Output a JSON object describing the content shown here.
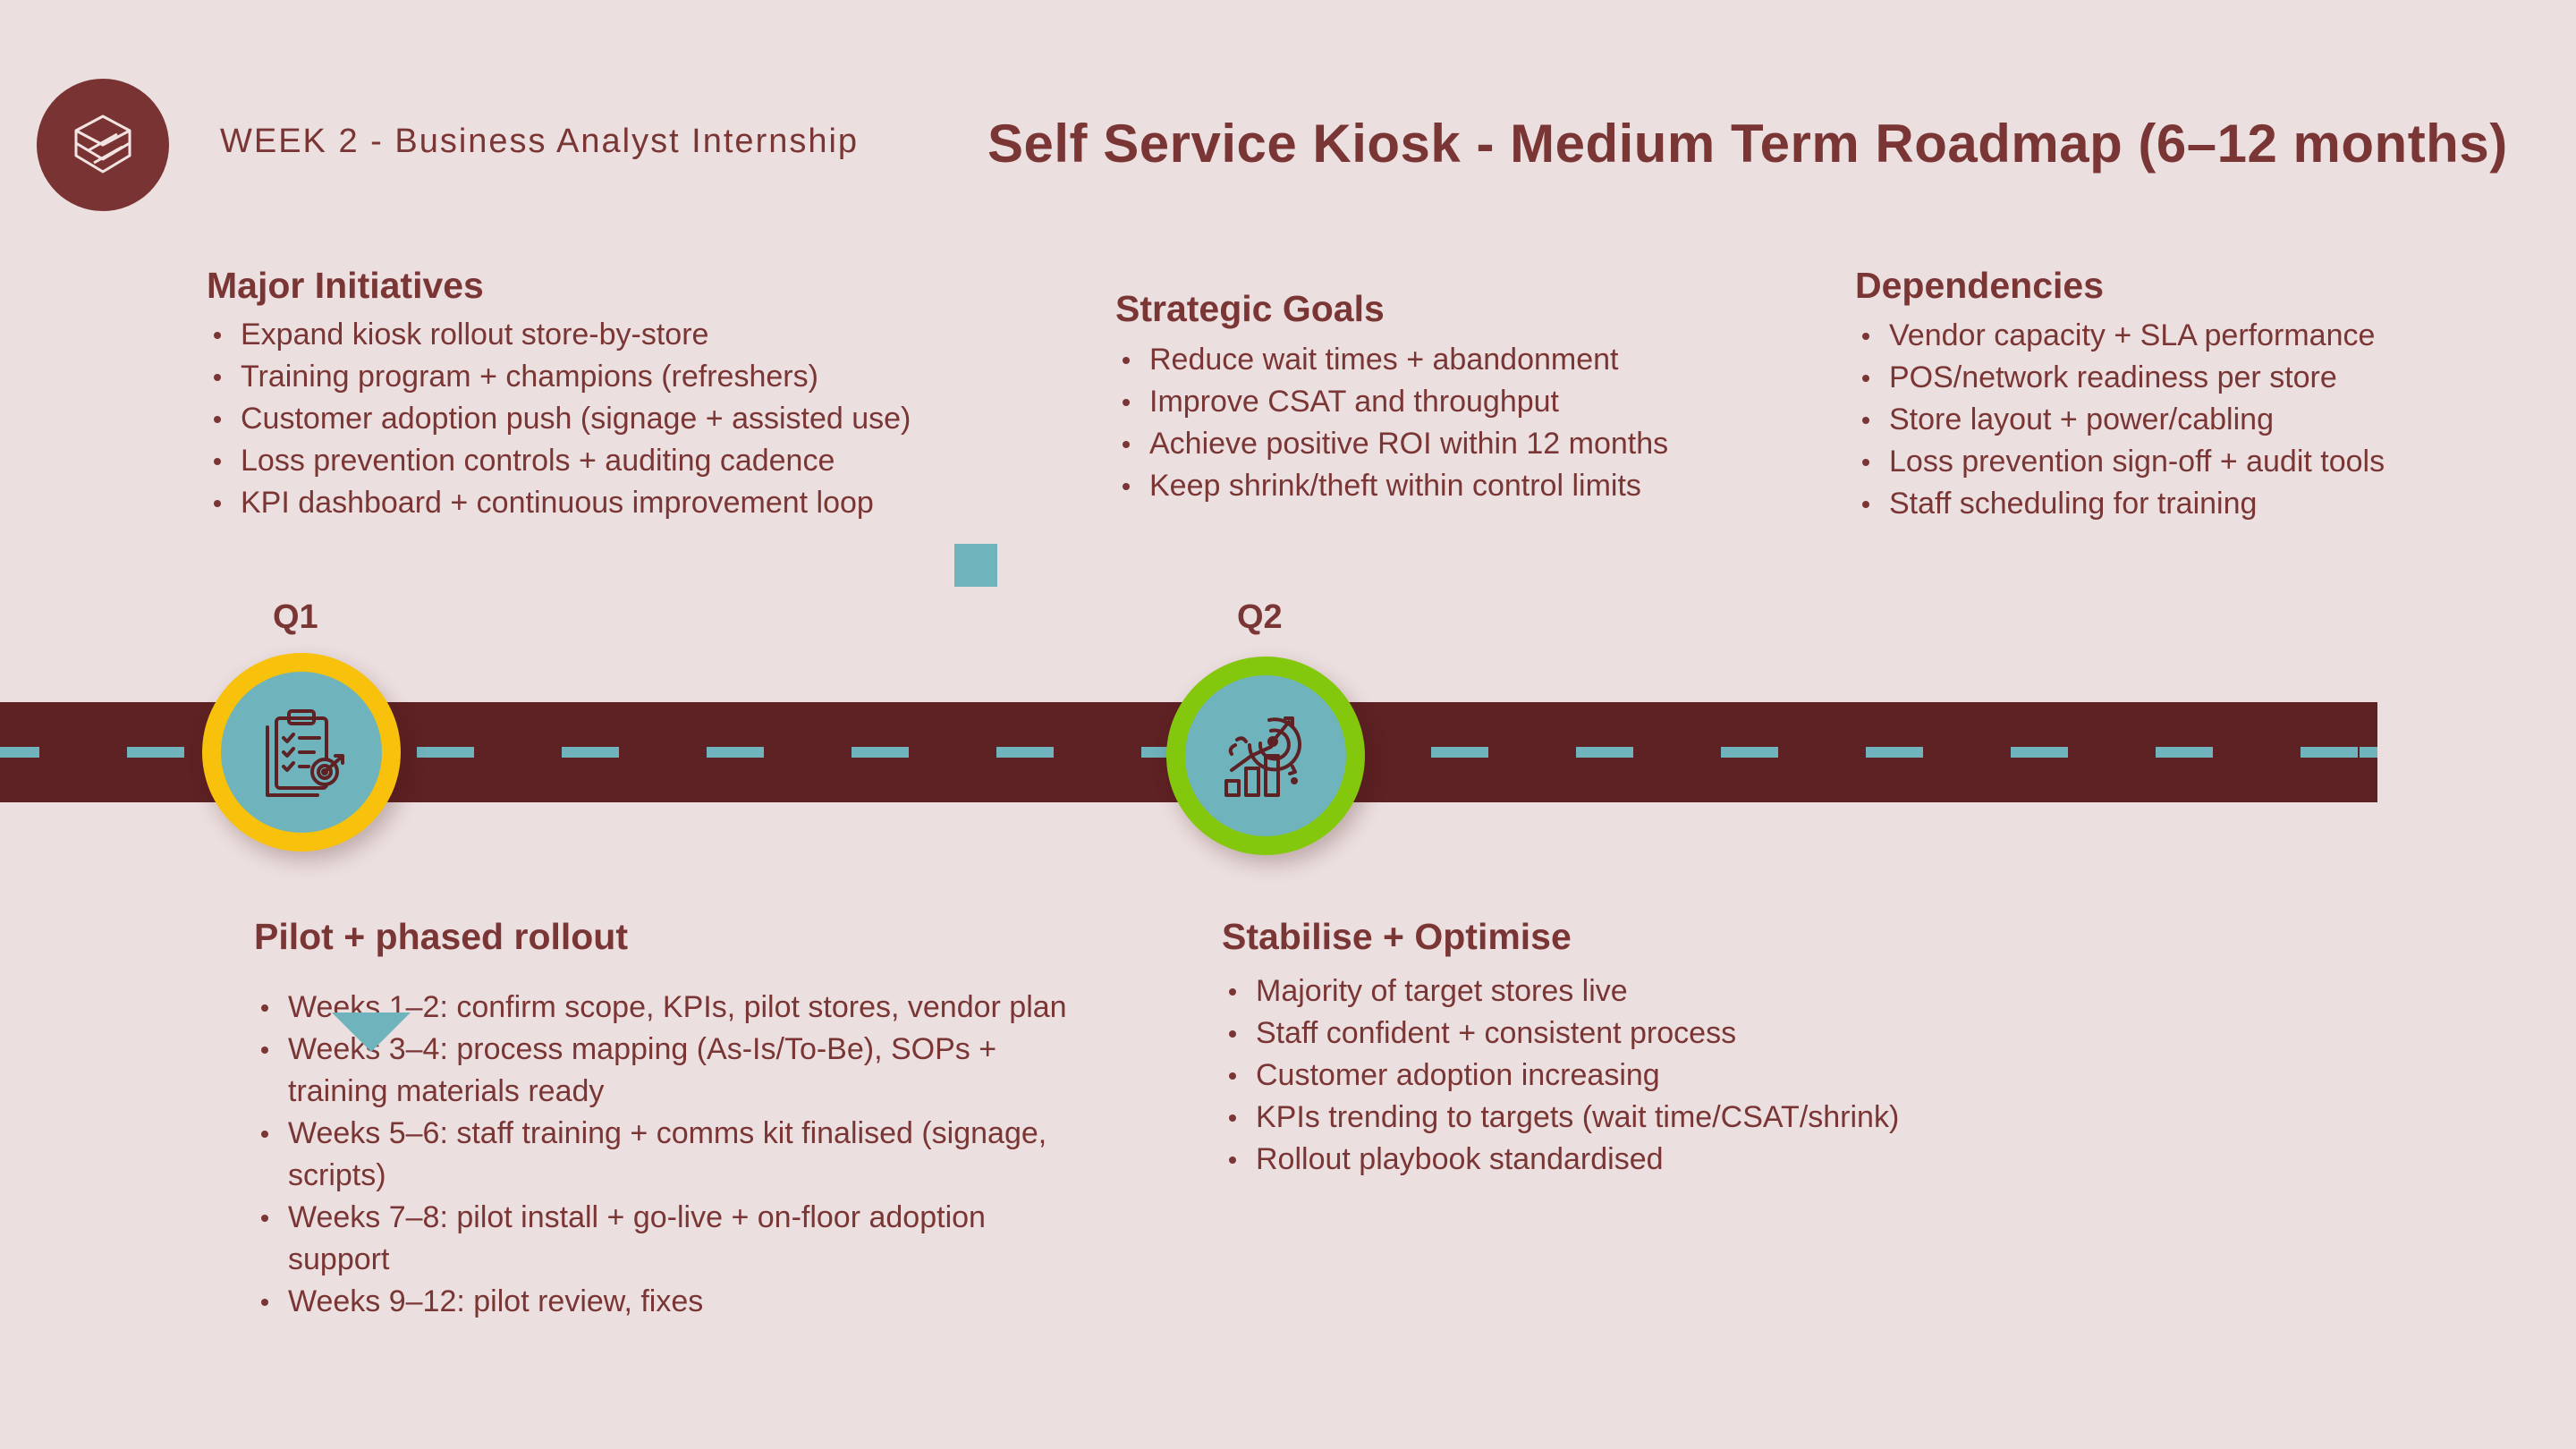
{
  "header": {
    "subtitle": "WEEK 2 - Business Analyst Internship",
    "title": "Self Service Kiosk - Medium Term Roadmap (6–12 months)",
    "logo_icon": "layers-logo-icon"
  },
  "colors": {
    "background": "#ecdfdf",
    "brand": "#7a3333",
    "road": "#5e2124",
    "teal": "#6fb3bc",
    "q1_ring": "#f7c10c",
    "q2_ring": "#84c80e"
  },
  "major_initiatives": {
    "title": "Major Initiatives",
    "items": [
      "Expand kiosk rollout store-by-store",
      "Training program + champions (refreshers)",
      "Customer adoption push (signage + assisted use)",
      "Loss prevention controls + auditing cadence",
      "KPI dashboard + continuous improvement loop"
    ]
  },
  "strategic_goals": {
    "title": "Strategic Goals",
    "items": [
      "Reduce wait times + abandonment",
      "Improve CSAT and throughput",
      "Achieve positive ROI within 12 months",
      "Keep shrink/theft within control limits"
    ]
  },
  "dependencies": {
    "title": "Dependencies",
    "items": [
      "Vendor capacity + SLA performance",
      "POS/network readiness per store",
      "Store layout + power/cabling",
      "Loss prevention sign-off + audit tools",
      "Staff scheduling for training"
    ]
  },
  "timeline": {
    "q1": {
      "label": "Q1",
      "icon": "clipboard-target-icon",
      "phase_title": "Pilot + phased rollout",
      "items": [
        "Weeks 1–2: confirm scope, KPIs, pilot stores, vendor plan",
        "Weeks 3–4: process mapping (As-Is/To-Be), SOPs + training materials ready",
        "Weeks 5–6: staff training + comms kit finalised (signage, scripts)",
        "Weeks 7–8: pilot install + go-live + on-floor adoption support",
        "Weeks 9–12: pilot review, fixes"
      ]
    },
    "q2": {
      "label": "Q2",
      "icon": "growth-chart-target-icon",
      "phase_title": "Stabilise + Optimise",
      "items": [
        "Majority of target stores live",
        "Staff confident + consistent process",
        "Customer adoption increasing",
        "KPIs trending to targets (wait time/CSAT/shrink)",
        "Rollout playbook standardised"
      ]
    }
  }
}
